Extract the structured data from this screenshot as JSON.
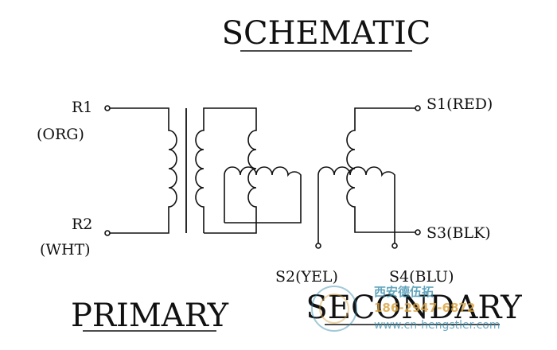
{
  "diagram": {
    "title": "SCHEMATIC",
    "primary_label": "PRIMARY",
    "secondary_label": "SECONDARY",
    "pins": {
      "r1": "R1",
      "r1_color": "(ORG)",
      "r2": "R2",
      "r2_color": "(WHT)",
      "s1": "S1(RED)",
      "s3": "S3(BLK)",
      "s2": "S2(YEL)",
      "s4": "S4(BLU)"
    }
  },
  "watermark": {
    "company": "西安德伍拓",
    "phone": "186-2947-6872",
    "url": "www.cn-hengstler.com"
  },
  "colors": {
    "ink": "#111111",
    "watermark_blue": "#2f88a8",
    "watermark_gold": "#d8a13a"
  }
}
